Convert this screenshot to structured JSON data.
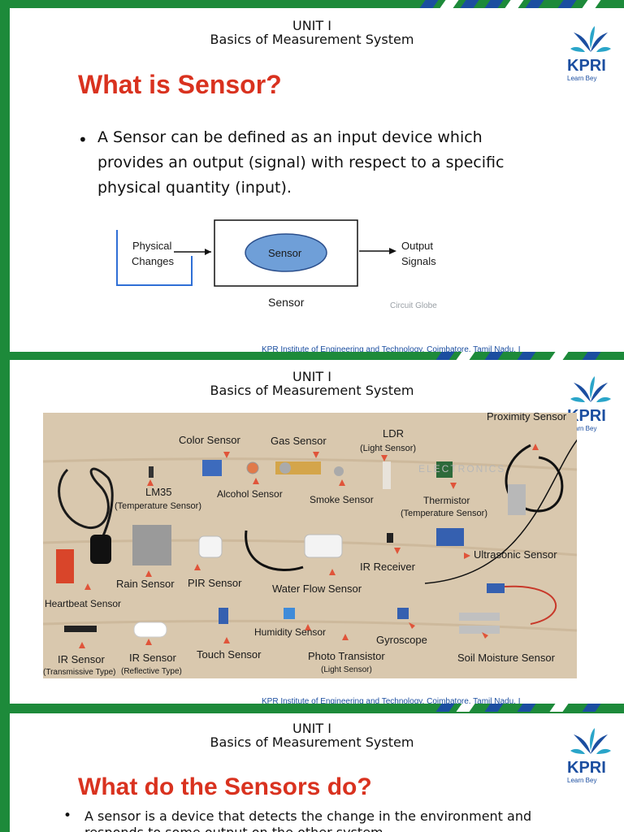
{
  "slide1": {
    "unit": "UNIT I",
    "subtitle": "Basics of Measurement System",
    "heading": "What is Sensor?",
    "bullet": "•",
    "body": "A Sensor can be defined as an input device which provides an output (signal) with respect to a specific physical quantity (input).",
    "diagram": {
      "input_label_1": "Physical",
      "input_label_2": "Changes",
      "center_label": "Sensor",
      "output_label_1": "Output",
      "output_label_2": "Signals",
      "box_caption": "Sensor",
      "credit": "Circuit Globe"
    },
    "footer": "KPR Institute of Engineering and Technology, Coimbatore, Tamil Nadu, I"
  },
  "slide2": {
    "unit": "UNIT I",
    "subtitle": "Basics of Measurement System",
    "labels": {
      "proximity": "Proximity Sensor",
      "color": "Color Sensor",
      "gas": "Gas Sensor",
      "ldr": "LDR",
      "ldr_sub": "(Light Sensor)",
      "lm35": "LM35",
      "lm35_sub": "(Temperature Sensor)",
      "alcohol": "Alcohol Sensor",
      "smoke": "Smoke Sensor",
      "thermistor": "Thermistor",
      "thermistor_sub": "(Temperature Sensor)",
      "ultrasonic": "Ultrasonic Sensor",
      "ir_receiver": "IR Receiver",
      "rain": "Rain Sensor",
      "pir": "PIR Sensor",
      "water_flow": "Water Flow Sensor",
      "heartbeat": "Heartbeat Sensor",
      "humidity": "Humidity Sensor",
      "gyroscope": "Gyroscope",
      "ir_sensor_1": "IR Sensor",
      "ir_sensor_1_sub": "(Transmissive Type)",
      "ir_sensor_2": "IR Sensor",
      "ir_sensor_2_sub": "(Reflective Type)",
      "touch": "Touch Sensor",
      "photo_transistor": "Photo Transistor",
      "photo_transistor_sub": "(Light Sensor)",
      "soil": "Soil Moisture Sensor",
      "watermark": "ELECTRONICS"
    },
    "footer": "KPR Institute of Engineering and Technology, Coimbatore, Tamil Nadu, I"
  },
  "slide3": {
    "unit": "UNIT I",
    "subtitle": "Basics of Measurement System",
    "heading": "What do the Sensors do?",
    "bullet": "•",
    "body_line1": "A sensor is a device that detects the change in the environment and",
    "body_line2": "responds to some output on the other system."
  },
  "logo": {
    "name": "KPRI",
    "tagline": "Learn Bey"
  },
  "colors": {
    "frame_green": "#1d8a3a",
    "heading_red": "#d9321f",
    "logo_blue": "#1b4ea0",
    "diagram_ellipse": "#6f9fd8"
  }
}
